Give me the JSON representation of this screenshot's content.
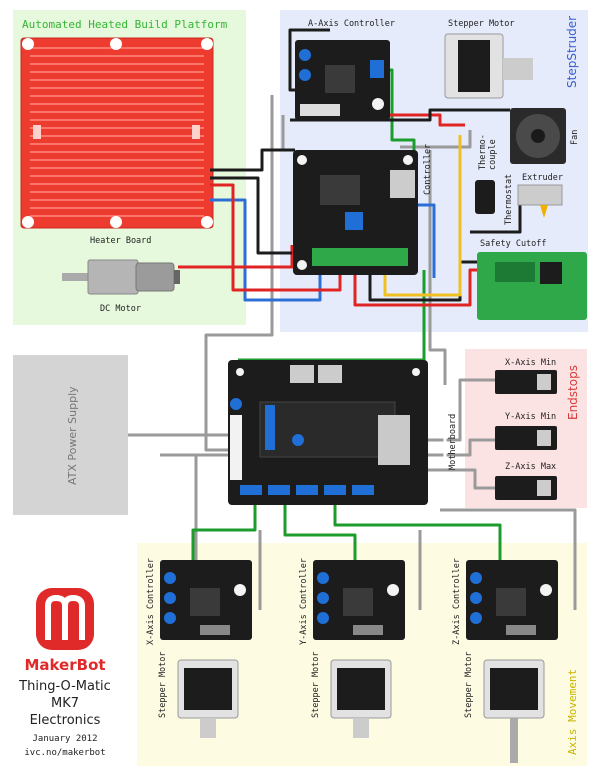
{
  "regions": {
    "heated_platform": "Automated Heated Build Platform",
    "stepstruder": "StepStruder",
    "endstops": "Endstops",
    "axis_movement": "Axis Movement"
  },
  "labels": {
    "heater_board": "Heater Board",
    "dc_motor": "DC Motor",
    "a_axis_controller": "A-Axis Controller",
    "stepper_motor_top": "Stepper Motor",
    "fan": "Fan",
    "thermocouple_1": "Thermo-",
    "thermocouple_2": "couple",
    "thermostat": "Thermostat",
    "extruder": "Extruder",
    "controller": "Controller",
    "safety_cutoff": "Safety Cutoff",
    "atx_power_supply": "ATX Power Supply",
    "motherboard": "Motherboard",
    "x_axis_min": "X-Axis Min",
    "y_axis_min": "Y-Axis Min",
    "z_axis_max": "Z-Axis Max",
    "x_axis_controller": "X-Axis Controller",
    "y_axis_controller": "Y-Axis Controller",
    "z_axis_controller": "Z-Axis Controller",
    "stepper_motor_x": "Stepper Motor",
    "stepper_motor_y": "Stepper Motor",
    "stepper_motor_z": "Stepper Motor"
  },
  "branding": {
    "logo_text": "MakerBot",
    "title_1": "Thing-O-Matic",
    "title_2": "MK7",
    "title_3": "Electronics",
    "date": "January 2012",
    "url": "ivc.no/makerbot"
  },
  "colors": {
    "heated_bg": "#e6f9dc",
    "step_bg": "#e5ebfa",
    "end_bg": "#fbe3e3",
    "axis_bg": "#fdfbe2",
    "heated_text": "#34b534",
    "step_text": "#3a5fcc",
    "end_text": "#d93a3a",
    "axis_text": "#c9b400",
    "heater_red": "#ee3b2f",
    "board_dark": "#1c1c1c",
    "wire_red": "#e02424",
    "wire_green": "#1c9c2c",
    "wire_blue": "#2b6fd6",
    "wire_gray": "#9a9a9a",
    "wire_yellow": "#f0c020",
    "logo_red": "#e02a2a"
  }
}
